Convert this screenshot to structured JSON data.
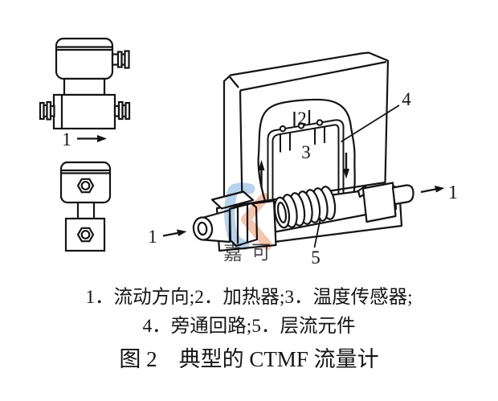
{
  "figure": {
    "legend_line1": "1．流动方向;2．加热器;3．温度传感器;",
    "legend_line2": "4．旁通回路;5．层流元件",
    "caption": "图 2　典型的 CTMF 流量计"
  },
  "callouts": {
    "flow_direction": "1",
    "heater": "2",
    "temperature_sensor": "3",
    "bypass_loop": "4",
    "laminar_element": "5"
  },
  "watermark": {
    "char_left": "嘉",
    "char_right": "可",
    "text_color": "#5f92cc",
    "logo_blue": "#aecdea",
    "logo_salmon": "#f5bfa6"
  },
  "colors": {
    "background": "#ffffff",
    "line": "#141414"
  }
}
